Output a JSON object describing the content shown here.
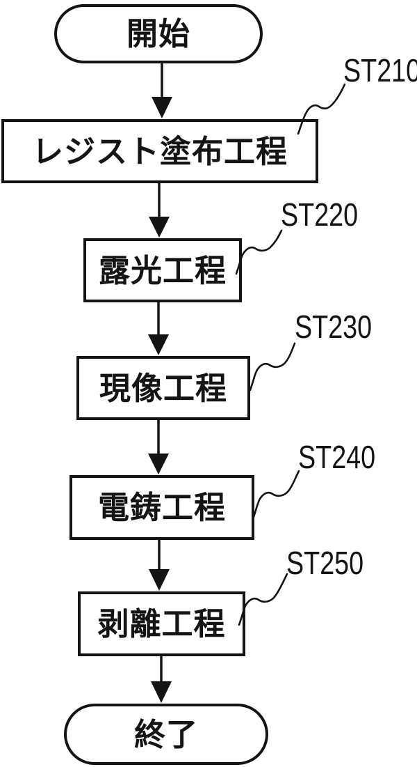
{
  "diagram": {
    "type": "flowchart",
    "background_color": "#ffffff",
    "ink_color": "#141414",
    "start": {
      "label": "開始"
    },
    "end": {
      "label": "終了"
    },
    "steps": [
      {
        "label": "レジスト塗布工程",
        "tag": "ST210"
      },
      {
        "label": "露光工程",
        "tag": "ST220"
      },
      {
        "label": "現像工程",
        "tag": "ST230"
      },
      {
        "label": "電鋳工程",
        "tag": "ST240"
      },
      {
        "label": "剥離工程",
        "tag": "ST250"
      }
    ]
  }
}
